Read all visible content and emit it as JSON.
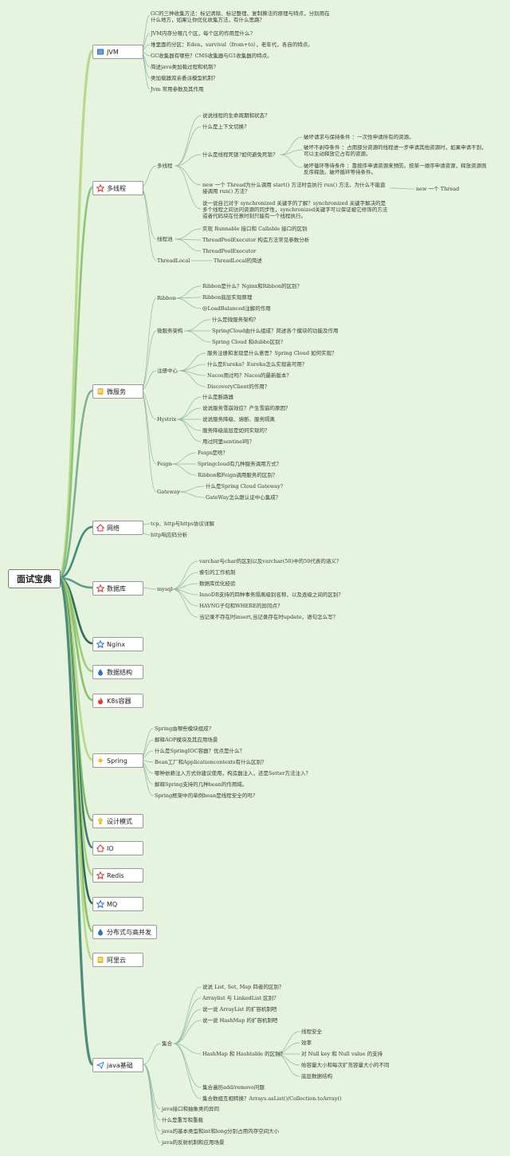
{
  "root": {
    "label": "面试宝典"
  },
  "topics": [
    {
      "id": "jvm",
      "label": "JVM",
      "icon": "book-icon"
    },
    {
      "id": "mt",
      "label": "多线程",
      "icon": "star-icon"
    },
    {
      "id": "ms",
      "label": "微服务",
      "icon": "badge-icon"
    },
    {
      "id": "net",
      "label": "网络",
      "icon": "home-icon"
    },
    {
      "id": "db",
      "label": "数据库",
      "icon": "star-icon"
    },
    {
      "id": "nginx",
      "label": "Nginx",
      "icon": "star-outline-icon"
    },
    {
      "id": "ds",
      "label": "数据结构",
      "icon": "drop-icon"
    },
    {
      "id": "k8s",
      "label": "K8s容器",
      "icon": "fire-icon"
    },
    {
      "id": "spring",
      "label": "Spring",
      "icon": "sun-icon"
    },
    {
      "id": "dp",
      "label": "设计模式",
      "icon": "bulb-icon"
    },
    {
      "id": "io",
      "label": "IO",
      "icon": "home-icon"
    },
    {
      "id": "redis",
      "label": "Redis",
      "icon": "star-icon"
    },
    {
      "id": "mq",
      "label": "MQ",
      "icon": "star-outline-icon"
    },
    {
      "id": "dist",
      "label": "分布式与高并发",
      "icon": "drop-icon"
    },
    {
      "id": "ali",
      "label": "阿里云",
      "icon": "badge-icon"
    },
    {
      "id": "java",
      "label": "java基础",
      "icon": "plane-icon"
    }
  ],
  "nodes": {
    "jvm_1": "GC的三种收集方法：标记清除、标记整理、复制算法的原理与特点，分别用在什么地方，如果让你优化收集方法，有什么思路？",
    "jvm_2": "JVM内存分哪几个区，每个区的作用是什么?",
    "jvm_3": "堆里面的分区：Eden，survival（from+to），老年代，各自的特点。",
    "jvm_4": "GC收集器有哪些？CMS收集器与G1收集器的特点。",
    "jvm_5": "简述java类加载过程和机制?",
    "jvm_6": "类加载器双亲委派模型机制？",
    "jvm_7": "Jvm 常用参数及其作用",
    "mt_dxc": "多线程",
    "mt_1": "说说线程的生命周期和状态?",
    "mt_2": "什么是上下文切换?",
    "mt_3": "什么是线程死锁?如何避免死锁?",
    "mt_3a": "破坏请求与保持条件 ：一次性申请所有的资源。",
    "mt_3b": "破坏不剥夺条件 ：占用部分资源的线程进一步申请其他资源时，如果申请不到，可以主动释放它占有的资源。",
    "mt_3c": "破坏循环等待条件 ：靠按序申请资源来预防。按某一顺序申请资源，释放资源则反序释放。破坏循环等待条件。",
    "mt_4": "new 一个 Thread为什么调用 start() 方法时会执行 run() 方法，为什么不能直接调用 run() 方法？",
    "mt_4a": "new 一个 Thread",
    "mt_5": "说一说自己对于 synchronized 关键字的了解？synchronized 关键字解决的是多个线程之间访问资源的同步性，synchronized关键字可以保证被它修饰的方法或者代码块在任意时刻只能有一个线程执行。",
    "mt_pool": "线程池",
    "mt_p1": "实现 Runnable 接口和 Callable 接口的区别",
    "mt_p2": "ThreadPoolExecutor 构造方法常见参数分析",
    "mt_p3": "ThreadPoolExecutor",
    "mt_tl": "ThreadLocal",
    "mt_tl1": "ThreadLocal的简述",
    "ms_ribbon": "Ribbon",
    "ms_r1": "Ribbon是什么？Nginx和Ribbon的区别？",
    "ms_r2": "Ribbon底层实现原理",
    "ms_r3": "@LoadBalanced注解的作用",
    "ms_arch": "微服务架构",
    "ms_a1": "什么是微服务架构？",
    "ms_a2": "SpringCloud由什么组成？简述各个模块的功能及作用",
    "ms_a3": "Spring Cloud 和dubbo区别?",
    "ms_reg": "注册中心",
    "ms_g1": "服务注册和发现是什么意思？Spring Cloud 如何实现？",
    "ms_g2": "什么是Eureka？Eureka怎么实现高可用？",
    "ms_g3": "Nacos用过吗？Nacos的最新版本？",
    "ms_g4": "DiscoveryClient的作用？",
    "ms_hystrix": "Hystrix",
    "ms_h1": "什么是断路器",
    "ms_h2": "说说服务雪崩效应？产生雪崩的原因？",
    "ms_h3": "说说服务降级、熔断、服务隔离",
    "ms_h4": "服务降级底层是如何实现的？",
    "ms_h5": "用过阿里sentinel吗？",
    "ms_feign": "Feign",
    "ms_f1": "Feign是啥？",
    "ms_f2": "Springcloud有几种服务调用方式？",
    "ms_f3": "Ribbon和Feign调用服务的区别？",
    "ms_gw": "Gateway",
    "ms_w1": "什么是Spring Cloud Gateway?",
    "ms_w2": "GateWay怎么跟认证中心集成？",
    "net_1": "tcp、http与https协议详解",
    "net_2": "http响应码分析",
    "db_mysql": "mysql",
    "db_1": "varchar与char的区别以及varchar(50)中的50代表的涵义？",
    "db_2": "索引的工作机制",
    "db_3": "数据库优化经验",
    "db_4": "InnoDB支持的四种事务隔离级别名称，以及逐级之间的区别？",
    "db_5": "HAVNG子句和WHERE的异同点?",
    "db_6": "当记录不存在时insert,当记录存在时update，语句怎么写？",
    "sp_1": "Spring由哪些模块组成?",
    "sp_2": "解释AOP模块及其应用场景",
    "sp_3": "什么是SpringIOC容器？优点是什么？",
    "sp_4": "Bean工厂和Applicationcontexts有什么区别？",
    "sp_5": "哪种依赖注入方式你建议使用，构造器注入，还是Setter方法注入？",
    "sp_6": "解释Spring支持的几种bean的作用域。",
    "sp_7": "Spring框架中的单例bean是线程安全的吗?",
    "jv_set": "集合",
    "jv_1": "说说 List, Set, Map 四者的区别？",
    "jv_2": "Arraylist 与 LinkedList 区别?",
    "jv_3": "说一说 ArrayList 的扩容机制吧",
    "jv_4": "说一说 HashMap 的扩容机制吧",
    "jv_5": "HashMap 和 Hashtable 的区别？",
    "jv_5a": "线程安全",
    "jv_5b": "效率",
    "jv_5c": "对 Null key 和 Null value 的支持",
    "jv_5d": "始容量大小和每次扩充容量大小的不同",
    "jv_5e": "底层数据结构",
    "jv_6": "集合遍历add/remove问题",
    "jv_7": "集合数组互相转换？Arrays.asList()/Collection.toArray()",
    "jv_8": "java接口和抽象类的异同",
    "jv_9": "什么是重写和重载",
    "jv_10": "java的基本类型和int和long分别占用内存空间大小",
    "jv_11": "java的反射机制和应用场景"
  }
}
